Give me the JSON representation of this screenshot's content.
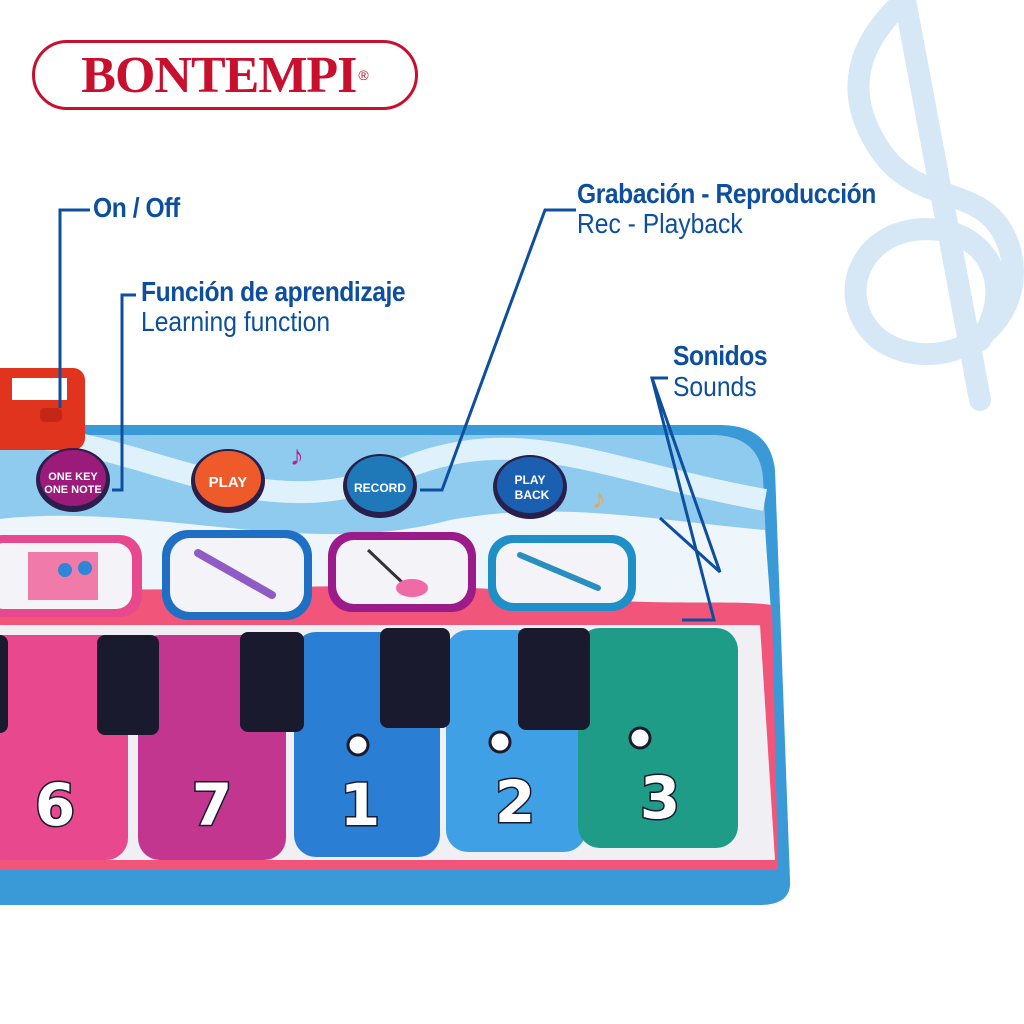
{
  "brand": {
    "logo_text": "BONTEMPI",
    "registered_mark": "®",
    "color": "#c8102e"
  },
  "callouts": [
    {
      "es": "On / Off",
      "en": ""
    },
    {
      "es": "Función de aprendizaje",
      "en": "Learning function"
    },
    {
      "es": "Grabación - Reproducción",
      "en": "Rec - Playback"
    },
    {
      "es": "Sonidos",
      "en": "Sounds"
    }
  ],
  "mat": {
    "buttons": [
      {
        "label_line1": "ONE KEY",
        "label_line2": "ONE NOTE",
        "color": "#9b1b7a"
      },
      {
        "label_line1": "PLAY",
        "label_line2": "",
        "color": "#ef5a2a"
      },
      {
        "label_line1": "RECORD",
        "label_line2": "",
        "color": "#1f78b8"
      },
      {
        "label_line1": "PLAY",
        "label_line2": "BACK",
        "color": "#1a5fb0"
      }
    ],
    "instruments": [
      "xylophone-icon",
      "clarinet-icon",
      "guitar-icon",
      "flute-icon"
    ],
    "keys": [
      {
        "number": "6",
        "color": "#e8488e",
        "dot": false
      },
      {
        "number": "7",
        "color": "#c2368f",
        "dot": false
      },
      {
        "number": "1",
        "color": "#2a7fd4",
        "dot": true
      },
      {
        "number": "2",
        "color": "#3fa0e6",
        "dot": true
      },
      {
        "number": "3",
        "color": "#1e9c88",
        "dot": true
      }
    ],
    "accent_color": "#0d4f9e"
  }
}
